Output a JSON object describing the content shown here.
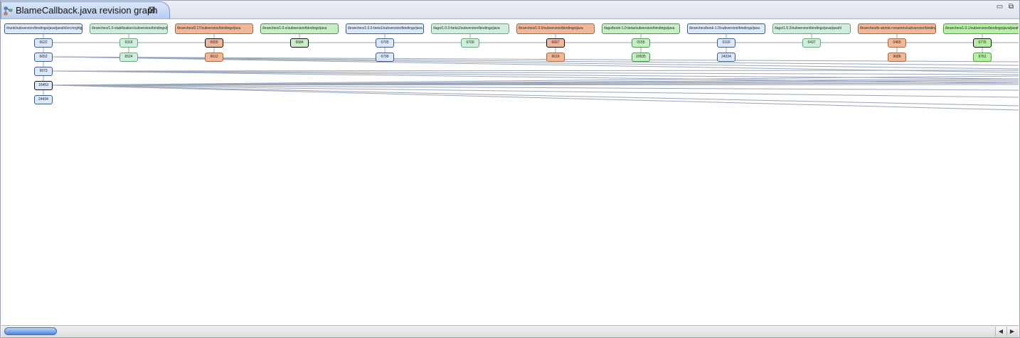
{
  "tab": {
    "title": "BlameCallback.java revision graph",
    "close_glyph": "⊠",
    "icon": "graph-icon"
  },
  "window_controls": {
    "minimize": "▭",
    "restore": "⧉"
  },
  "colors": {
    "blue": "#dce9fb",
    "green": "#c6f0c3",
    "orange": "#f2b796",
    "light_green": "#cfeedd",
    "bright_green": "#b6f0a2"
  },
  "branches": [
    {
      "label": "/trunk/subversion/bindings/java/javahl/src/org/tigris/subversion/javahl/BlameCallback.java",
      "color": "blue"
    },
    {
      "label": "/branches/1.0-stabilization/subversion/bindings/java",
      "color": "lgreen"
    },
    {
      "label": "/branches/0.17/subversion/bindings/java",
      "color": "orange"
    },
    {
      "label": "/branches/1.0.x/subversion/bindings/java",
      "color": "green"
    },
    {
      "label": "/branches/1.0.0-beta1/subversion/bindings/java",
      "color": "blue"
    },
    {
      "label": "/tags/1.0.0-beta1/subversion/bindings/java",
      "color": "lgreen"
    },
    {
      "label": "/branches/1.0.0/subversion/bindings/java",
      "color": "orange"
    },
    {
      "label": "/tags/book-1.0-beta/subversion/bindings/java",
      "color": "green"
    },
    {
      "label": "/branches/book-1.0/subversion/bindings/java",
      "color": "blue"
    },
    {
      "label": "/tags/1.0.2/subversion/bindings/java/javahl",
      "color": "lgreen"
    },
    {
      "label": "/branches/fs-atomic-renames/subversion/bindings",
      "color": "orange"
    },
    {
      "label": "/branches/1.0.1/subversion/bindings/java/javahl",
      "color": "bgreen"
    }
  ],
  "trunk_revisions": [
    "6622",
    "6652",
    "9973",
    "16453",
    "24434"
  ],
  "branch_revisions": [
    [
      "6316",
      "6524"
    ],
    [
      "6555",
      "6612"
    ],
    [
      "6584"
    ],
    [
      "6705",
      "6799"
    ],
    [
      "6700"
    ],
    [
      "6667",
      "6616"
    ],
    [
      "0155",
      "20535"
    ],
    [
      "0160",
      "24334"
    ],
    [
      "6437"
    ],
    [
      "0465",
      "9686"
    ],
    [
      "6775",
      "9761"
    ]
  ],
  "scroll": {
    "left_arrow": "◀",
    "right_arrow": "▶"
  }
}
